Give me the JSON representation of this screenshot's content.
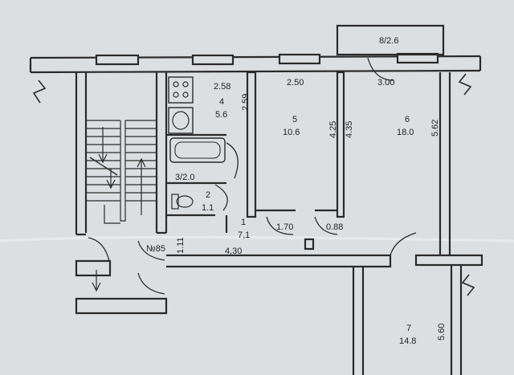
{
  "plan": {
    "balcony": "8/2.6",
    "apartment_number": "№85",
    "rooms": [
      {
        "number": "1",
        "area": "7,1"
      },
      {
        "number": "2",
        "area": "1.1"
      },
      {
        "label": "3/2.0"
      },
      {
        "number": "4",
        "area": "5.6"
      },
      {
        "number": "5",
        "area": "10.6"
      },
      {
        "number": "6",
        "area": "18.0"
      },
      {
        "number": "7",
        "area": "14.8"
      }
    ],
    "dimensions": {
      "kitchen_width": "2.58",
      "kitchen_depth": "2.59",
      "room5_width": "2.50",
      "room5_depth": "4.25",
      "room5_right_depth": "4.35",
      "room6_width": "3.00",
      "room6_depth": "5.62",
      "room7_depth": "5.60",
      "hall_length": "4,30",
      "hall_width": "1.11",
      "closet_a": "1.70",
      "closet_b": "0.88"
    }
  }
}
